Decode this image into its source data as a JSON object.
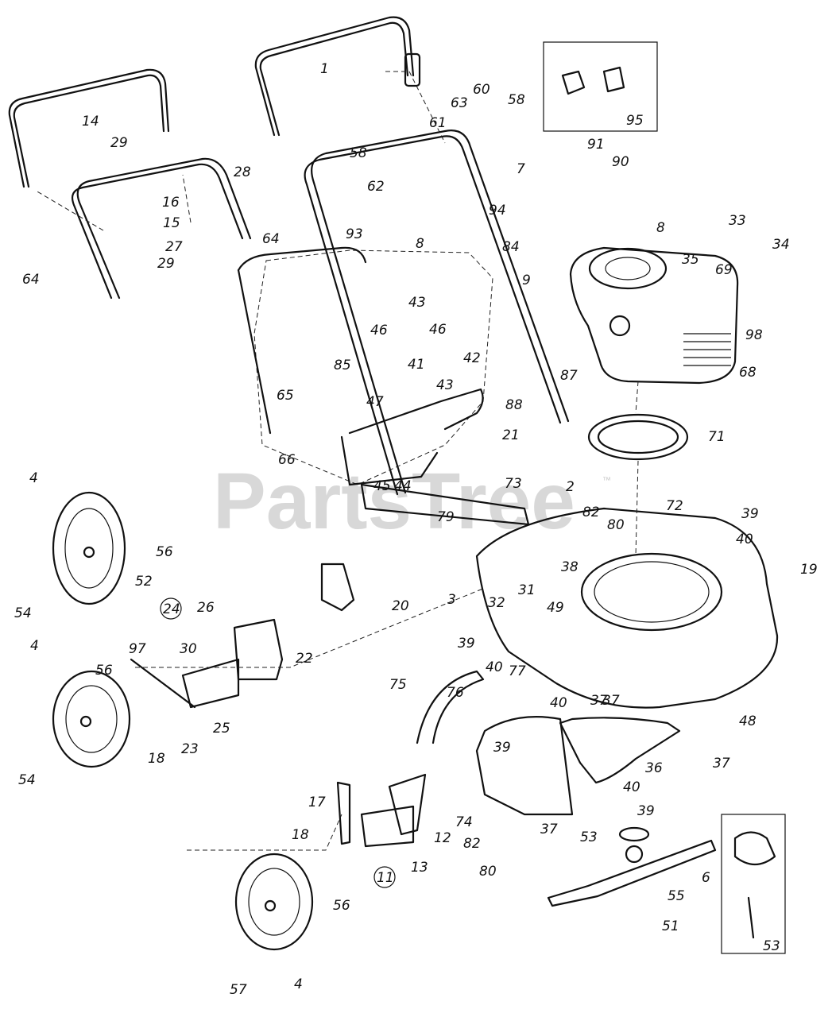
{
  "watermark": {
    "text": "PartsTree",
    "mark": "™"
  },
  "callouts": {
    "c1": "1",
    "c2": "2",
    "c3": "3",
    "c4a": "4",
    "c4b": "4",
    "c4c": "4",
    "c6": "6",
    "c7": "7",
    "c8a": "8",
    "c8b": "8",
    "c9": "9",
    "c11": "11",
    "c12": "12",
    "c13": "13",
    "c14": "14",
    "c15": "15",
    "c16": "16",
    "c17": "17",
    "c18a": "18",
    "c18b": "18",
    "c19": "19",
    "c20": "20",
    "c21": "21",
    "c22": "22",
    "c23": "23",
    "c24": "24",
    "c25": "25",
    "c26": "26",
    "c27": "27",
    "c28": "28",
    "c29a": "29",
    "c29b": "29",
    "c30": "30",
    "c31": "31",
    "c32": "32",
    "c33": "33",
    "c34": "34",
    "c35": "35",
    "c36": "36",
    "c37a": "37",
    "c37b": "37",
    "c37c": "37",
    "c37d": "37",
    "c38": "38",
    "c39a": "39",
    "c39b": "39",
    "c39c": "39",
    "c39d": "39",
    "c40a": "40",
    "c40b": "40",
    "c40c": "40",
    "c40d": "40",
    "c41": "41",
    "c42": "42",
    "c43a": "43",
    "c43b": "43",
    "c44": "44",
    "c45": "45",
    "c46a": "46",
    "c46b": "46",
    "c47": "47",
    "c48": "48",
    "c49": "49",
    "c51": "51",
    "c52": "52",
    "c53a": "53",
    "c53b": "53",
    "c54a": "54",
    "c54b": "54",
    "c55": "55",
    "c56a": "56",
    "c56b": "56",
    "c56c": "56",
    "c57": "57",
    "c58a": "58",
    "c58b": "58",
    "c60": "60",
    "c61": "61",
    "c62": "62",
    "c63": "63",
    "c64a": "64",
    "c64b": "64",
    "c65": "65",
    "c66": "66",
    "c68": "68",
    "c69": "69",
    "c71": "71",
    "c72": "72",
    "c73": "73",
    "c74": "74",
    "c75": "75",
    "c76": "76",
    "c77": "77",
    "c79": "79",
    "c80a": "80",
    "c80b": "80",
    "c82a": "82",
    "c82b": "82",
    "c84": "84",
    "c85": "85",
    "c87": "87",
    "c88": "88",
    "c90": "90",
    "c91": "91",
    "c93": "93",
    "c94": "94",
    "c95": "95",
    "c97": "97",
    "c98": "98"
  }
}
